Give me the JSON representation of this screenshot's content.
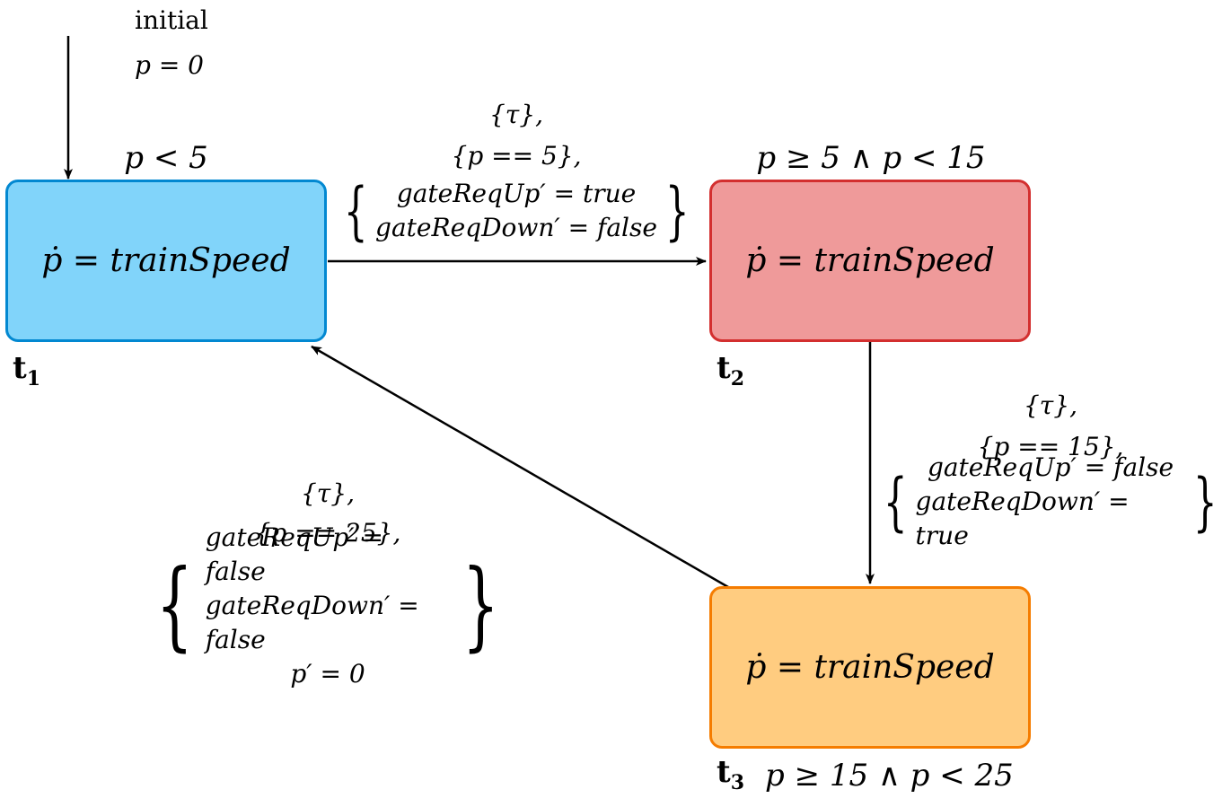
{
  "initial": {
    "label": "initial",
    "init_cond": "p = 0"
  },
  "states": [
    {
      "id": "t1",
      "name_base": "t",
      "name_sub": "1",
      "flow": "ṗ = trainSpeed",
      "invariant": "p < 5",
      "fill": "#81d4fa",
      "stroke": "#0288d1"
    },
    {
      "id": "t2",
      "name_base": "t",
      "name_sub": "2",
      "flow": "ṗ = trainSpeed",
      "invariant": "p ≥ 5 ∧ p < 15",
      "fill": "#ef9a9a",
      "stroke": "#d32f2f"
    },
    {
      "id": "t3",
      "name_base": "t",
      "name_sub": "3",
      "flow": "ṗ = trainSpeed",
      "invariant": "p ≥ 15 ∧ p < 25",
      "fill": "#ffcc80",
      "stroke": "#f57c00"
    }
  ],
  "transitions": [
    {
      "from": "t1",
      "to": "t2",
      "event": "{τ},",
      "guard": "{p == 5},",
      "updates": [
        "gateReqUp′ = true",
        "gateReqDown′ = false"
      ]
    },
    {
      "from": "t2",
      "to": "t3",
      "event": "{τ},",
      "guard": "{p == 15},",
      "updates": [
        "gateReqUp′ = false",
        "gateReqDown′ = true"
      ]
    },
    {
      "from": "t3",
      "to": "t1",
      "event": "{τ},",
      "guard": "{p == 25},",
      "updates": [
        "gateReqUp′ = false",
        "gateReqDown′ = false",
        "p′ = 0"
      ]
    }
  ]
}
